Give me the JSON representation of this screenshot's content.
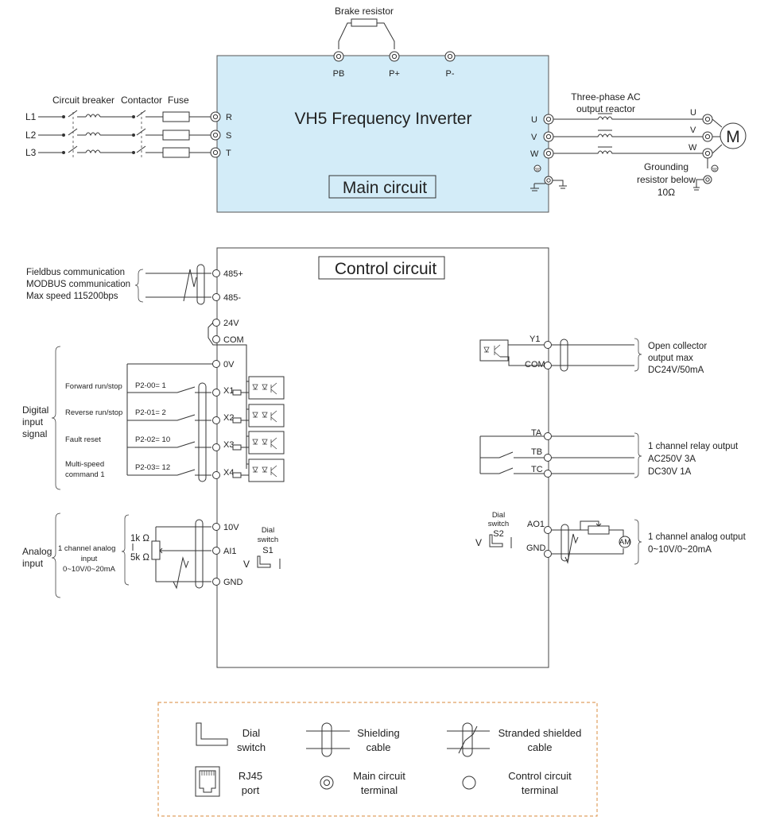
{
  "main": {
    "brake_resistor": "Brake resistor",
    "pb": "PB",
    "p_plus": "P+",
    "p_minus": "P-",
    "title": "VH5 Frequency Inverter",
    "box_label": "Main circuit",
    "lines": [
      "L1",
      "L2",
      "L3"
    ],
    "circuit_breaker": "Circuit breaker",
    "contactor": "Contactor",
    "fuse": "Fuse",
    "in_terminals": [
      "R",
      "S",
      "T"
    ],
    "out_terminals": [
      "U",
      "V",
      "W"
    ],
    "reactor_line1": "Three-phase AC",
    "reactor_line2": "output reactor",
    "motor_terminals": [
      "U",
      "V",
      "W"
    ],
    "motor": "M",
    "ground_line1": "Grounding",
    "ground_line2": "resistor below",
    "ground_line3": "10Ω"
  },
  "control": {
    "box_label": "Control circuit",
    "comm": [
      "Fieldbus communication",
      "MODBUS communication",
      "Max speed 115200bps"
    ],
    "comm_terminals": [
      "485+",
      "485-"
    ],
    "t24v": "24V",
    "tcom": "COM",
    "t0v": "0V",
    "digital_group": [
      "Digital",
      "input",
      "signal"
    ],
    "digital_inputs": [
      {
        "func": "Forward run/stop",
        "func2": "",
        "param": "P2-00= 1",
        "terminal": "X1"
      },
      {
        "func": "Reverse run/stop",
        "func2": "",
        "param": "P2-01= 2",
        "terminal": "X2"
      },
      {
        "func": "Fault reset",
        "func2": "",
        "param": "P2-02= 10",
        "terminal": "X3"
      },
      {
        "func": "Multi-speed",
        "func2": "command 1",
        "param": "P2-03= 12",
        "terminal": "X4"
      }
    ],
    "analog_group": [
      "Analog",
      "input"
    ],
    "analog_desc": [
      "1 channel analog",
      "input",
      "0~10V/0~20mA"
    ],
    "pot_values": [
      "1k Ω",
      "5k Ω"
    ],
    "analog_terminals": [
      "10V",
      "AI1",
      "GND"
    ],
    "dial_s1": [
      "Dial",
      "switch",
      "S1"
    ],
    "dial_v": "V",
    "dial_i": "I",
    "y1": "Y1",
    "y_com": "COM",
    "oc_desc": [
      "Open collector",
      "output max",
      "DC24V/50mA"
    ],
    "relay_terminals": [
      "TA",
      "TB",
      "TC"
    ],
    "relay_desc": [
      "1 channel relay output",
      "AC250V 3A",
      "DC30V 1A"
    ],
    "dial_s2": [
      "Dial",
      "switch",
      "S2"
    ],
    "ao_terminals": [
      "AO1",
      "GND"
    ],
    "ao_desc": [
      "1 channel analog output",
      "0~10V/0~20mA"
    ],
    "am": "AM"
  },
  "legend": {
    "dial_switch": [
      "Dial",
      "switch"
    ],
    "shielding_cable": [
      "Shielding",
      "cable"
    ],
    "stranded_cable": [
      "Stranded shielded",
      "cable"
    ],
    "rj45": [
      "RJ45",
      "port"
    ],
    "main_terminal": [
      "Main circuit",
      "terminal"
    ],
    "control_terminal": [
      "Control circuit",
      "terminal"
    ]
  },
  "colors": {
    "main_fill": "#d3ecf8",
    "legend_border": "#e0a060",
    "line": "#333333"
  }
}
